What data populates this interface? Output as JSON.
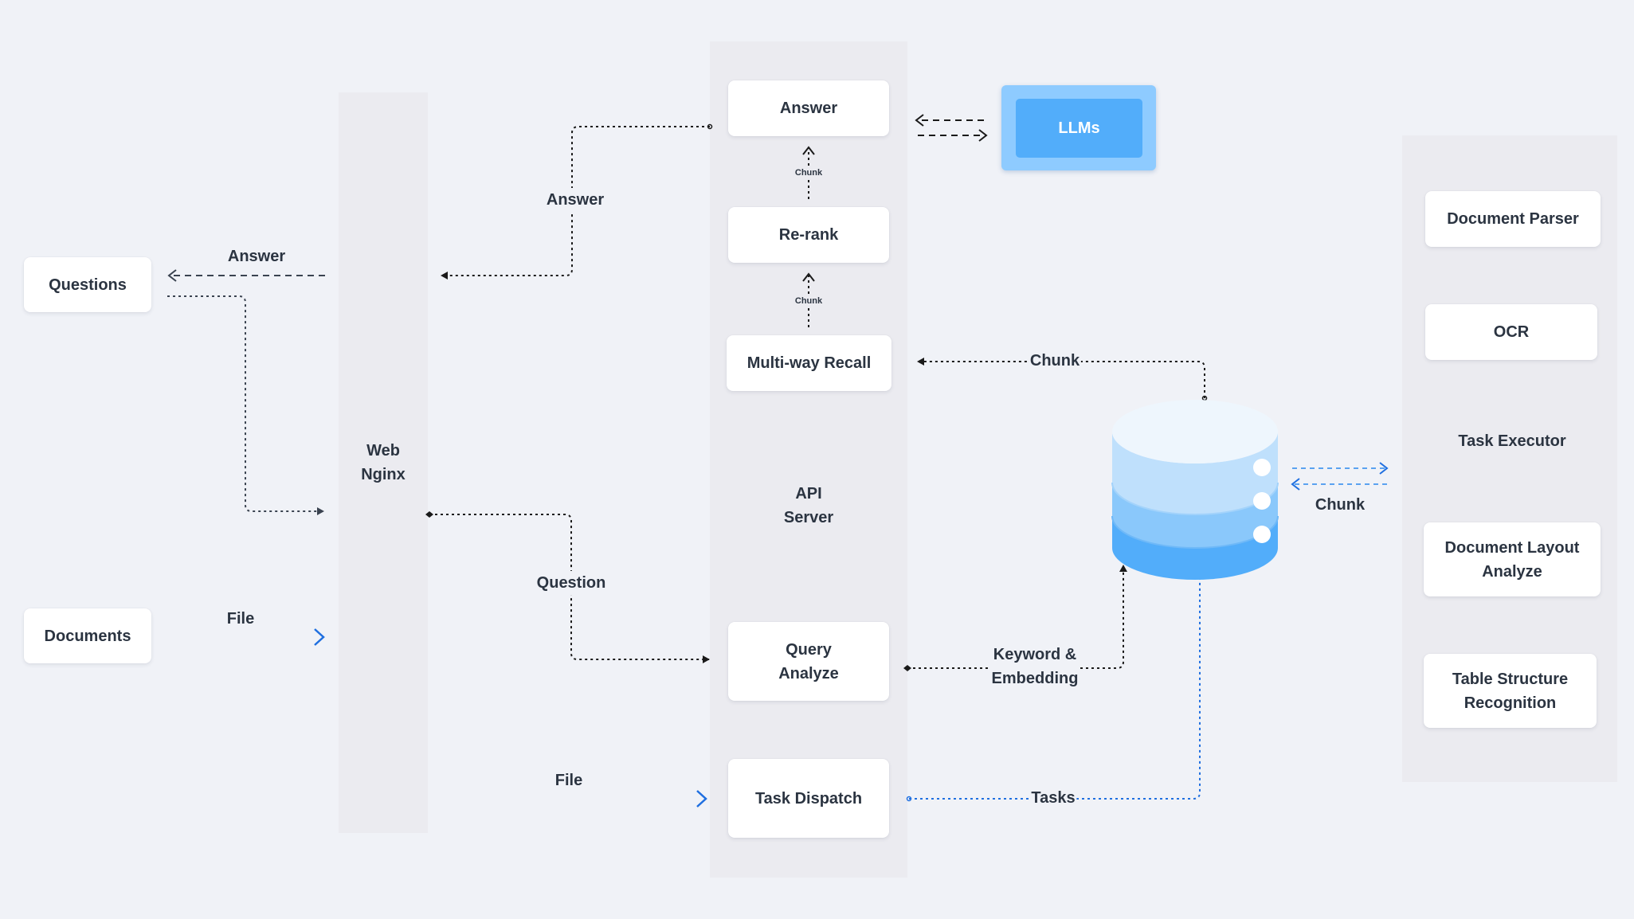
{
  "nodes": {
    "questions": "Questions",
    "documents": "Documents",
    "web_nginx": "Web\nNginx",
    "api_server": "API\nServer",
    "answer": "Answer",
    "rerank": "Re-rank",
    "multiway_recall": "Multi-way Recall",
    "query_analyze": "Query\nAnalyze",
    "task_dispatch": "Task Dispatch",
    "llms": "LLMs",
    "document_parser": "Document Parser",
    "ocr": "OCR",
    "task_executor": "Task Executor",
    "document_layout_analyze": "Document Layout\nAnalyze",
    "table_structure_recognition": "Table Structure\nRecognition"
  },
  "edge_labels": {
    "answer_to_questions": "Answer",
    "answer_to_web": "Answer",
    "question_to_query": "Question",
    "file_from_documents": "File",
    "file_to_dispatch": "File",
    "chunk_rerank_to_answer": "Chunk",
    "chunk_recall_to_rerank": "Chunk",
    "chunk_db_to_recall": "Chunk",
    "chunk_db_executor": "Chunk",
    "keyword_embedding": "Keyword &\nEmbedding",
    "tasks": "Tasks"
  },
  "colors": {
    "background": "#f0f2f7",
    "panel": "#ebebf0",
    "dark_edge": "#1a1a1a",
    "blue_edge": "#1f6fe0",
    "llm_outer": "#8ecbff",
    "llm_inner": "#52adfa",
    "db_top": "#eef6fd",
    "db_layer1": "#bfe0fc",
    "db_layer2": "#8ac8fb",
    "db_layer3": "#52adfa"
  },
  "icons": {
    "database": "database-icon"
  }
}
